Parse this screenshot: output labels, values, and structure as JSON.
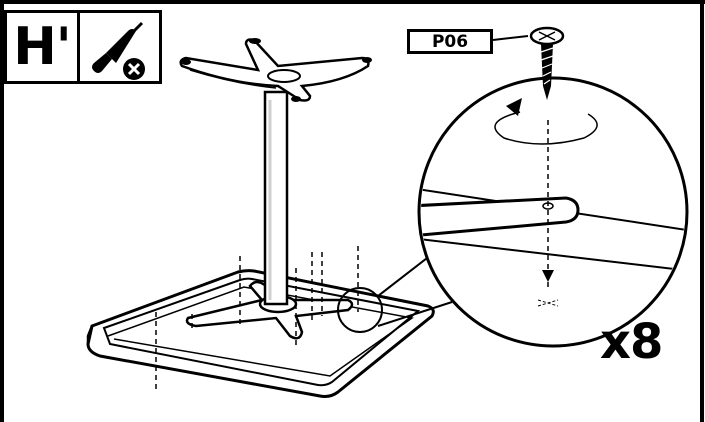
{
  "step": {
    "label": "H'"
  },
  "tool": {
    "icon": "screwdriver-not-needed-icon"
  },
  "part": {
    "code": "P06",
    "icon": "screw-icon"
  },
  "quantity": {
    "label": "x8"
  },
  "illustration": {
    "subject": "table-base-assembly"
  },
  "colors": {
    "ink": "#000000",
    "paper": "#ffffff",
    "shadow": "#cfcfcf"
  }
}
